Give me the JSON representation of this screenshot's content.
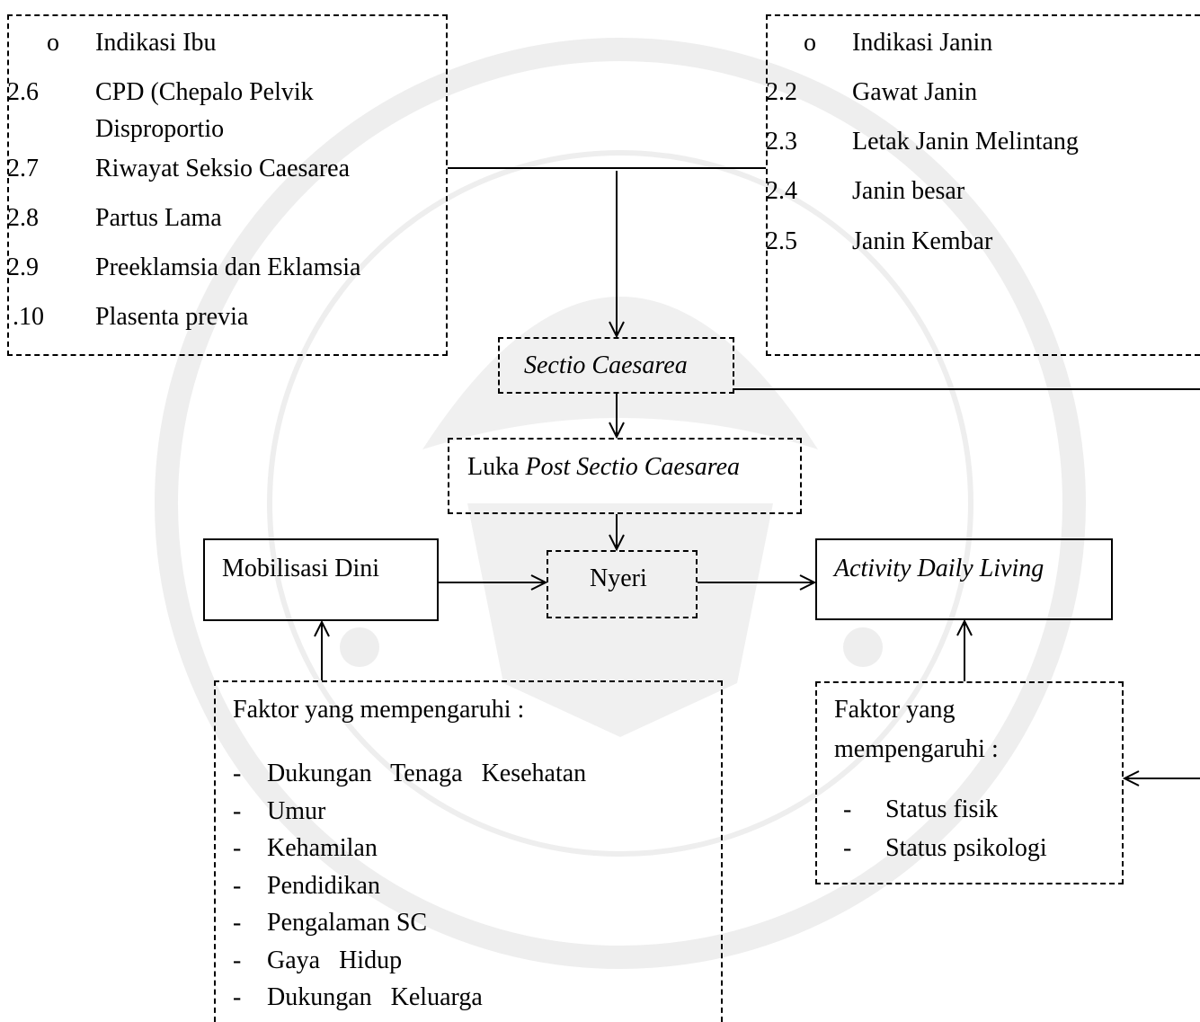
{
  "indikasi_ibu": {
    "header_bullet": "o",
    "header": "Indikasi Ibu",
    "items": [
      {
        "num": "2.6",
        "text": "CPD (Chepalo Pelvik",
        "text2": "Disproportio"
      },
      {
        "num": "2.7",
        "text": "Riwayat Seksio Caesarea"
      },
      {
        "num": "2.8",
        "text": "Partus Lama"
      },
      {
        "num": "2.9",
        "text": "Preeklamsia dan Eklamsia"
      },
      {
        "num": ".10",
        "text": "Plasenta previa"
      }
    ]
  },
  "indikasi_janin": {
    "header_bullet": "o",
    "header": "Indikasi Janin",
    "items": [
      {
        "num": "2.2",
        "text": "Gawat Janin"
      },
      {
        "num": "2.3",
        "text": "Letak Janin Melintang"
      },
      {
        "num": "2.4",
        "text": "Janin besar"
      },
      {
        "num": "2.5",
        "text": "Janin Kembar"
      }
    ]
  },
  "sectio": {
    "label": "Sectio Caesarea"
  },
  "luka": {
    "prefix": "Luka",
    "italic": "Post Sectio Caesarea"
  },
  "nyeri": {
    "label": "Nyeri"
  },
  "mobilisasi": {
    "label": "Mobilisasi Dini"
  },
  "adl": {
    "label": "Activity Daily Living"
  },
  "faktor_kiri": {
    "title": "Faktor yang mempengaruhi :",
    "dash": "-",
    "items": [
      "Dukungan   Tenaga   Kesehatan",
      "Umur",
      "Kehamilan",
      "Pendidikan",
      "Pengalaman SC",
      "Gaya   Hidup",
      "Dukungan   Keluarga"
    ]
  },
  "faktor_kanan": {
    "title_line1": "Faktor yang",
    "title_line2": "mempengaruhi :",
    "dash": "-",
    "items": [
      "Status fisik",
      "Status psikologi"
    ]
  }
}
